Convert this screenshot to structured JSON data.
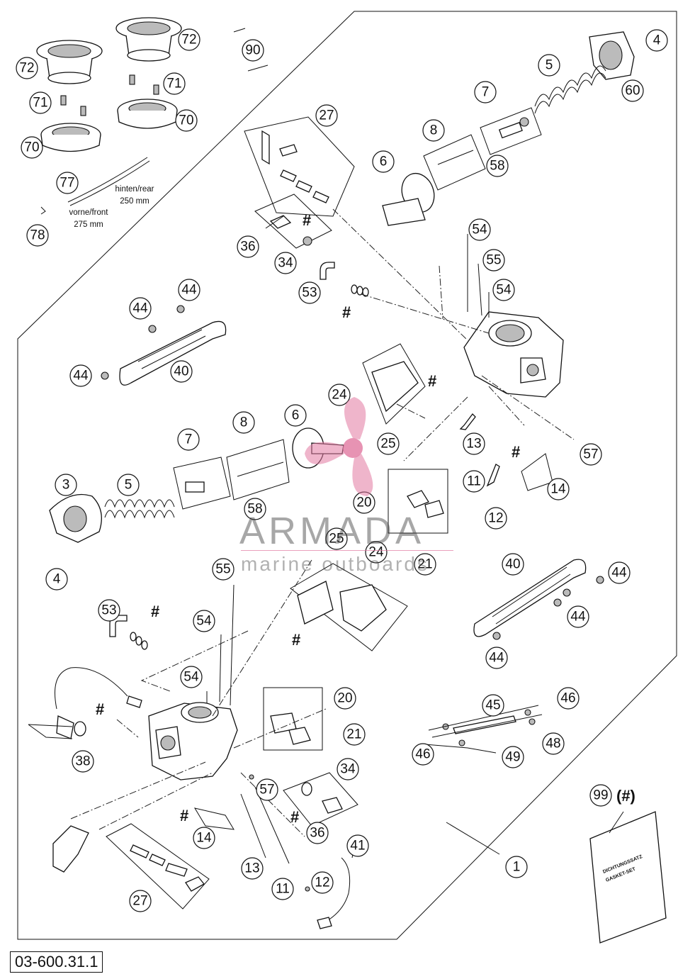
{
  "drawing_number": "03-600.31.1",
  "notes": {
    "hose_rear": "hinten/rear",
    "hose_rear_len": "250 mm",
    "hose_front": "vorne/front",
    "hose_front_len": "275 mm",
    "kit_marker": "(#)",
    "kit_bag_line1": "DICHTUNGSSATZ",
    "kit_bag_line2": "GASKET-SET",
    "gasket_symbol": "#"
  },
  "watermark": {
    "brand": "ARMADA",
    "tagline": "marine outboards",
    "logo": "propeller-icon"
  },
  "callouts": {
    "c72a": "72",
    "c72b": "72",
    "c71a": "71",
    "c71b": "71",
    "c70a": "70",
    "c70b": "70",
    "c77": "77",
    "c78": "78",
    "c90": "90",
    "c4a": "4",
    "c5a": "5",
    "c60": "60",
    "c7a": "7",
    "c8a": "8",
    "c6a": "6",
    "c58a": "58",
    "c27a": "27",
    "c36a": "36",
    "c34a": "34",
    "c53a": "53",
    "c54a": "54",
    "c55a": "55",
    "c54b": "54",
    "c44a": "44",
    "c44b": "44",
    "c44c": "44",
    "c40a": "40",
    "c24a": "24",
    "c25a": "25",
    "c13a": "13",
    "c57a": "57",
    "c11a": "11",
    "c14a": "14",
    "c12a": "12",
    "c20a": "20",
    "c21a": "21",
    "c3": "3",
    "c5b": "5",
    "c7b": "7",
    "c8b": "8",
    "c6b": "6",
    "c58b": "58",
    "c4b": "4",
    "c25b": "25",
    "c24b": "24",
    "c55b": "55",
    "c53b": "53",
    "c54c": "54",
    "c54d": "54",
    "c40b": "40",
    "c44d": "44",
    "c44e": "44",
    "c44f": "44",
    "c20b": "20",
    "c21b": "21",
    "c38": "38",
    "c45": "45",
    "c46a": "46",
    "c46b": "46",
    "c48": "48",
    "c49": "49",
    "c34b": "34",
    "c57b": "57",
    "c36b": "36",
    "c14b": "14",
    "c99": "99",
    "c1": "1",
    "c41": "41",
    "c13b": "13",
    "c11b": "11",
    "c12b": "12",
    "c27b": "27"
  }
}
